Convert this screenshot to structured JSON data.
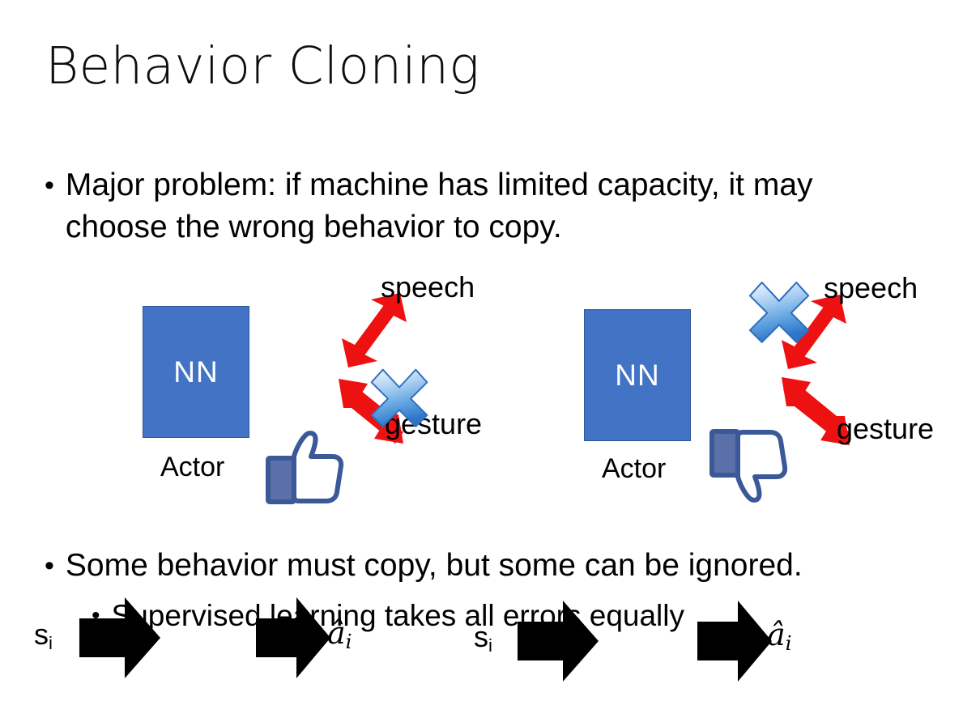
{
  "slide": {
    "title": "Behavior Cloning",
    "background_color": "#FFFFFF"
  },
  "bullets": {
    "top": {
      "marker": "•",
      "text": "Major problem: if machine has limited capacity, it may choose the wrong behavior to copy."
    },
    "bottom_level1": {
      "marker": "•",
      "text": "Some behavior must copy, but some can be ignored."
    },
    "bottom_level2": {
      "marker": "•",
      "text": "Supervised learning takes all errors equally"
    }
  },
  "colors": {
    "nn_fill": "#4373C4",
    "nn_border": "#2E5596",
    "arrow_black": "#000000",
    "arrow_red": "#EE1111",
    "x_blue_light": "#EAF2FC",
    "x_blue_mid": "#8FC0ED",
    "x_blue_dark": "#2E75C9",
    "thumb_blue": "#3B5998",
    "thumb_fill": "#FFFFFF",
    "thumb_shadow": "#E3E6EA",
    "text": "#000000"
  },
  "diagram_left": {
    "name": "good-case",
    "state_label": "s",
    "state_subscript": "i",
    "nn_label": "NN",
    "actor_label": "Actor",
    "action_label": "â",
    "action_subscript": "i",
    "output_top_label": "speech",
    "output_bottom_label": "gesture",
    "feedback_icon": "thumbs-up-icon",
    "x_mark_on": "gesture",
    "x_mark_icon": "blue-x-icon"
  },
  "diagram_right": {
    "name": "bad-case",
    "state_label": "s",
    "state_subscript": "i",
    "nn_label": "NN",
    "actor_label": "Actor",
    "action_label": "â",
    "action_subscript": "i",
    "output_top_label": "speech",
    "output_bottom_label": "gesture",
    "feedback_icon": "thumbs-down-icon",
    "x_mark_on": "speech",
    "x_mark_icon": "blue-x-icon"
  }
}
